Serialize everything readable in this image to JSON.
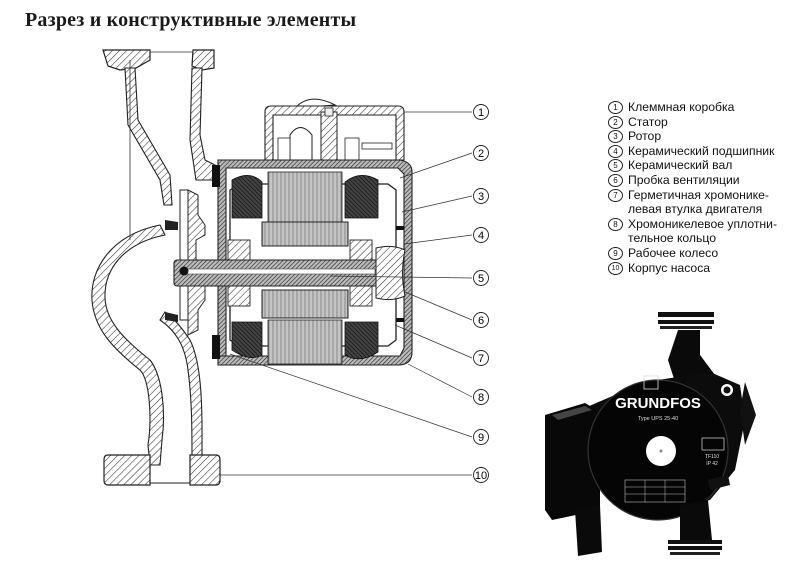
{
  "title": "Разрез и конструктивные элементы",
  "legend": {
    "items": [
      {
        "num": "1",
        "label": "Клеммная коробка"
      },
      {
        "num": "2",
        "label": "Статор"
      },
      {
        "num": "3",
        "label": "Ротор"
      },
      {
        "num": "4",
        "label": "Керамический подшипник"
      },
      {
        "num": "5",
        "label": "Керамический вал"
      },
      {
        "num": "6",
        "label": "Пробка вентиляции"
      },
      {
        "num": "7",
        "label": "Герметичная хромонике-\nлевая втулка двигателя"
      },
      {
        "num": "8",
        "label": "Хромоникелевое уплотни-\nтельное кольцо"
      },
      {
        "num": "9",
        "label": "Рабочее колесо"
      },
      {
        "num": "10",
        "label": "Корпус насоса"
      }
    ]
  },
  "callouts": [
    "1",
    "2",
    "3",
    "4",
    "5",
    "6",
    "7",
    "8",
    "9",
    "10"
  ],
  "photo": {
    "brand": "GRUNDFOS",
    "type_plate": "Type UPS 25-40",
    "rating_left": "TF110",
    "rating_right": "IP 42"
  }
}
